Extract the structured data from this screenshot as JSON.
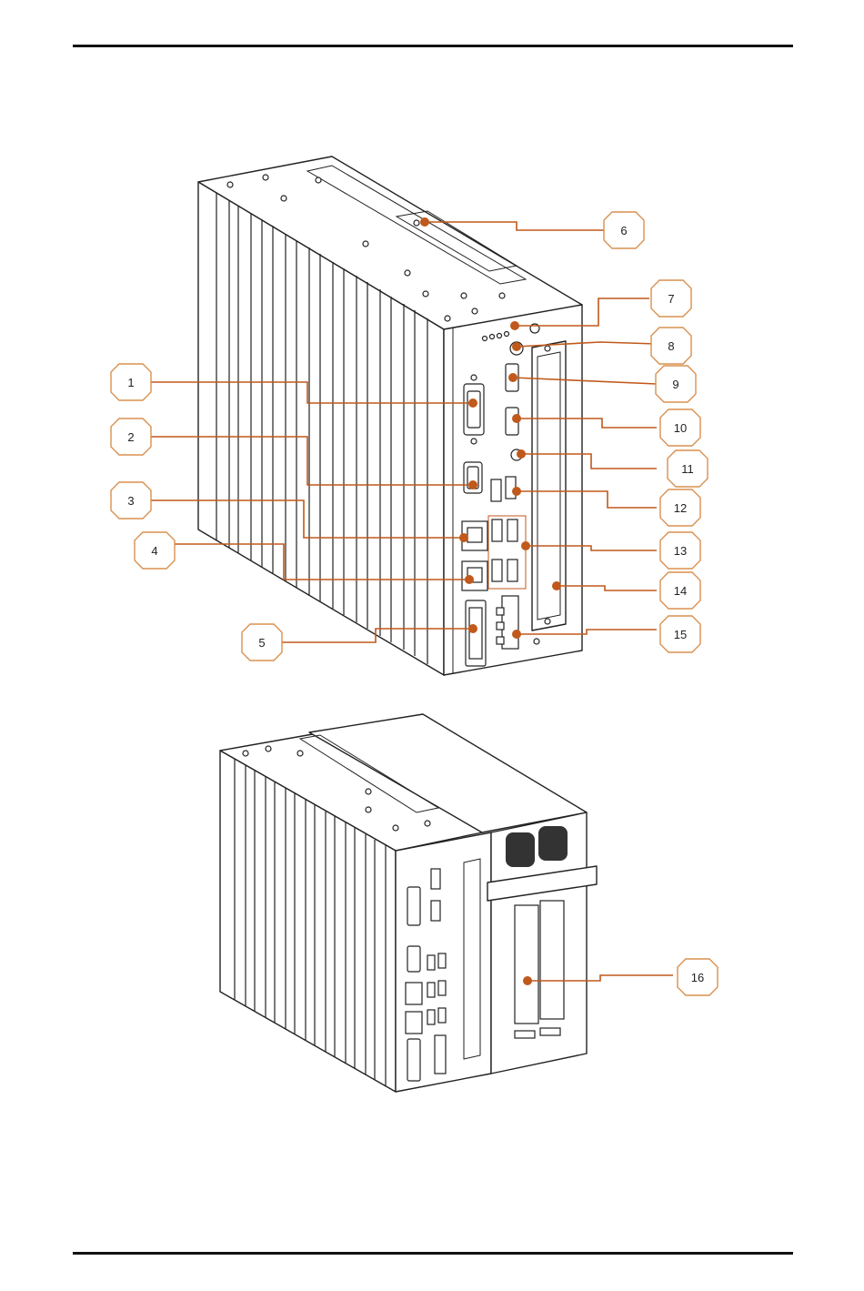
{
  "colors": {
    "accent": "#c0591b",
    "callout_border": "#d9904f",
    "rule": "#111111"
  },
  "callouts": [
    {
      "label": "1"
    },
    {
      "label": "2"
    },
    {
      "label": "3"
    },
    {
      "label": "4"
    },
    {
      "label": "5"
    },
    {
      "label": "6"
    },
    {
      "label": "7"
    },
    {
      "label": "8"
    },
    {
      "label": "9"
    },
    {
      "label": "10"
    },
    {
      "label": "11"
    },
    {
      "label": "12"
    },
    {
      "label": "13"
    },
    {
      "label": "14"
    },
    {
      "label": "15"
    },
    {
      "label": "16"
    }
  ]
}
